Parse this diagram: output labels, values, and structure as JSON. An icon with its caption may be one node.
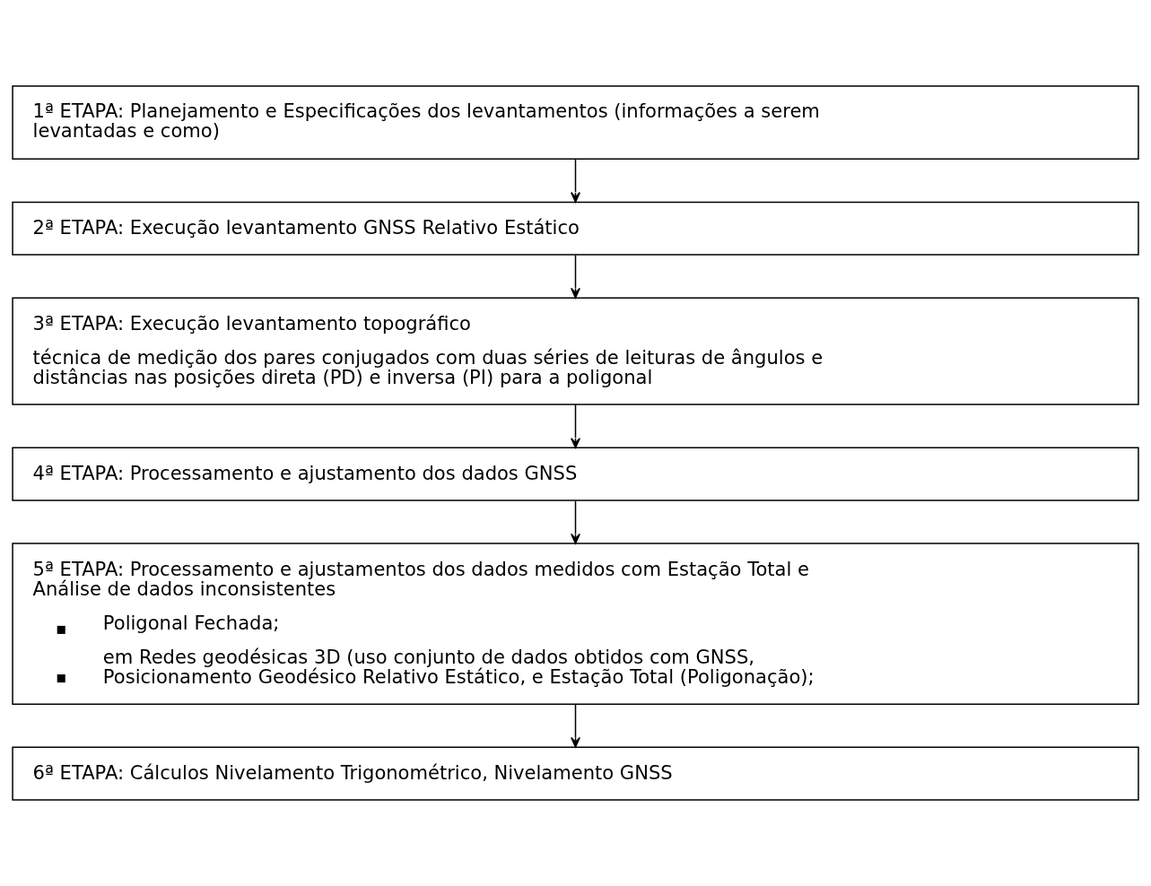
{
  "diagram": {
    "nodes": [
      {
        "text": [
          "1ª ETAPA: Planejamento e Especificações dos levantamentos (informações a serem levantadas e como)"
        ]
      },
      {
        "text": [
          "2ª ETAPA: Execução levantamento GNSS Relativo Estático"
        ]
      },
      {
        "text": [
          "3ª ETAPA: Execução levantamento topográfico",
          "técnica de medição dos pares conjugados com duas séries de leituras de ângulos e distâncias nas posições direta (PD) e inversa (PI) para a poligonal"
        ]
      },
      {
        "text": [
          "4ª ETAPA: Processamento e ajustamento dos dados GNSS"
        ]
      },
      {
        "text": [
          "5ª ETAPA: Processamento e ajustamentos dos dados medidos com Estação Total e Análise de dados inconsistentes",
          "Poligonal Fechada;",
          "em Redes geodésicas 3D (uso conjunto de dados obtidos com GNSS, Posicionamento Geodésico Relativo Estático, e Estação Total (Poligonação);"
        ]
      },
      {
        "text": [
          "6ª ETAPA: Cálculos Nivelamento Trigonométrico, Nivelamento GNSS"
        ]
      }
    ],
    "edges": [
      {
        "from": 0,
        "to": 1,
        "arrow": "to"
      },
      {
        "from": 1,
        "to": 2,
        "arrow": "to"
      },
      {
        "from": 2,
        "to": 3,
        "arrow": "to"
      },
      {
        "from": 3,
        "to": 4,
        "arrow": "to"
      },
      {
        "from": 4,
        "to": 5,
        "arrow": "to"
      }
    ]
  }
}
